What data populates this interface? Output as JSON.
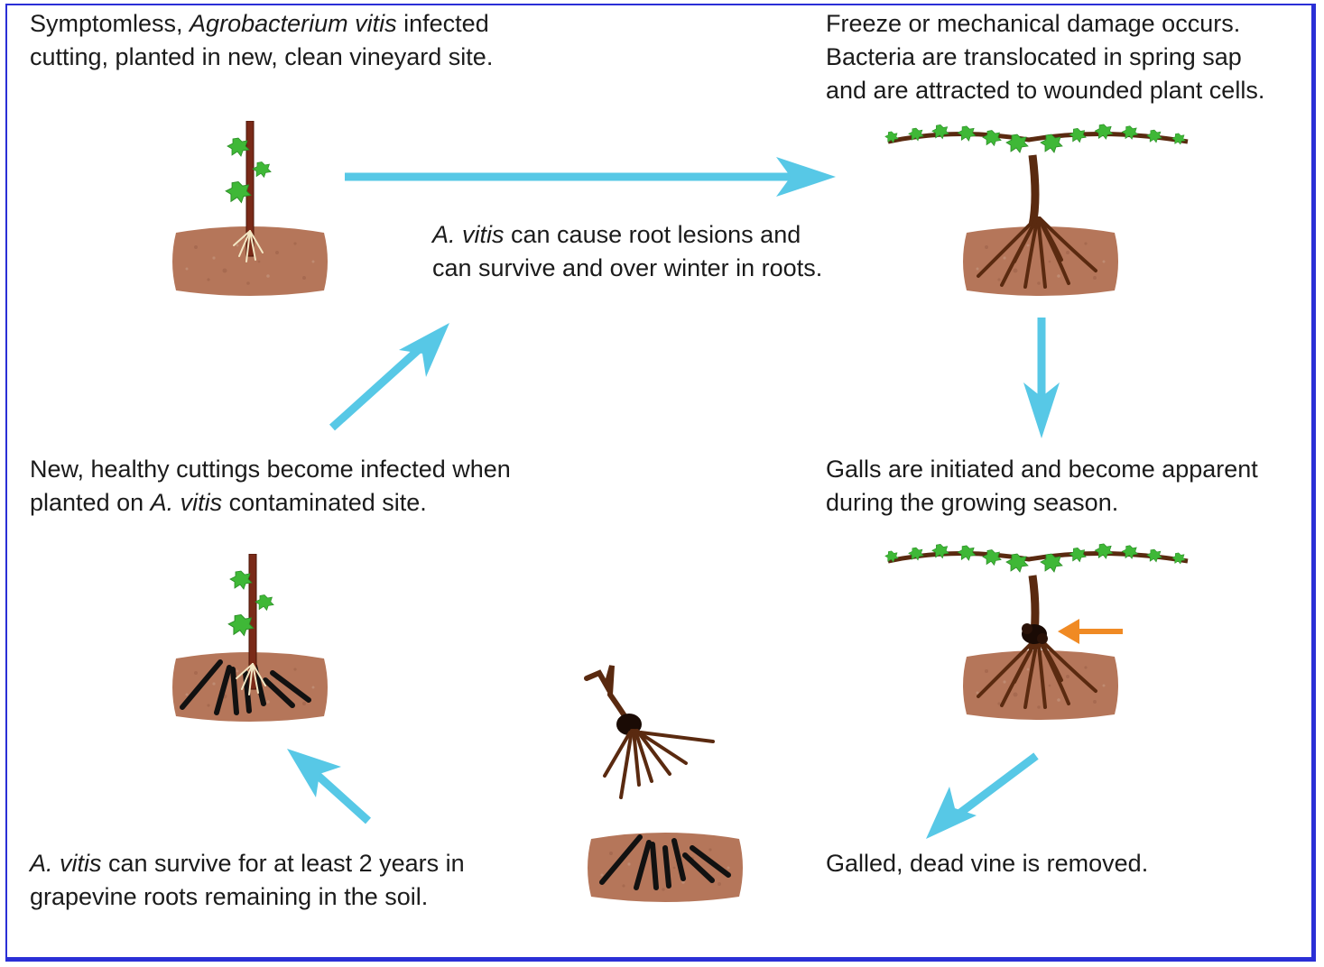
{
  "captions": {
    "step1": {
      "line1_pre": "Symptomless, ",
      "line1_em": "Agrobacterium vitis",
      "line1_post": " infected",
      "line2": "cutting, planted in new, clean vineyard site."
    },
    "step2": {
      "line1": "Freeze or mechanical damage occurs.",
      "line2": "Bacteria are translocated in spring sap",
      "line3": "and are attracted to wounded plant cells."
    },
    "center": {
      "line1_em": "A. vitis",
      "line1_post": " can cause root lesions and",
      "line2": "can survive and over winter in roots."
    },
    "step3": {
      "line1": "Galls are initiated and become apparent",
      "line2": "during the growing season."
    },
    "step4": {
      "line1": "Galled, dead vine is removed."
    },
    "step5": {
      "line1_em": "A. vitis",
      "line1_post": " can survive for at least 2 years in",
      "line2": "grapevine roots remaining in the soil."
    },
    "step6": {
      "line1": "New, healthy cuttings become infected when",
      "line2_pre": "planted on ",
      "line2_em": "A. vitis",
      "line2_post": " contaminated site."
    }
  },
  "colors": {
    "arrow": "#57c8e6",
    "gall_indicator": "#f08a24",
    "soil": "#b5765a",
    "trunk": "#5a2a10",
    "leaf": "#3fb837",
    "dead_root": "#111111",
    "border": "#2a2fd6"
  }
}
